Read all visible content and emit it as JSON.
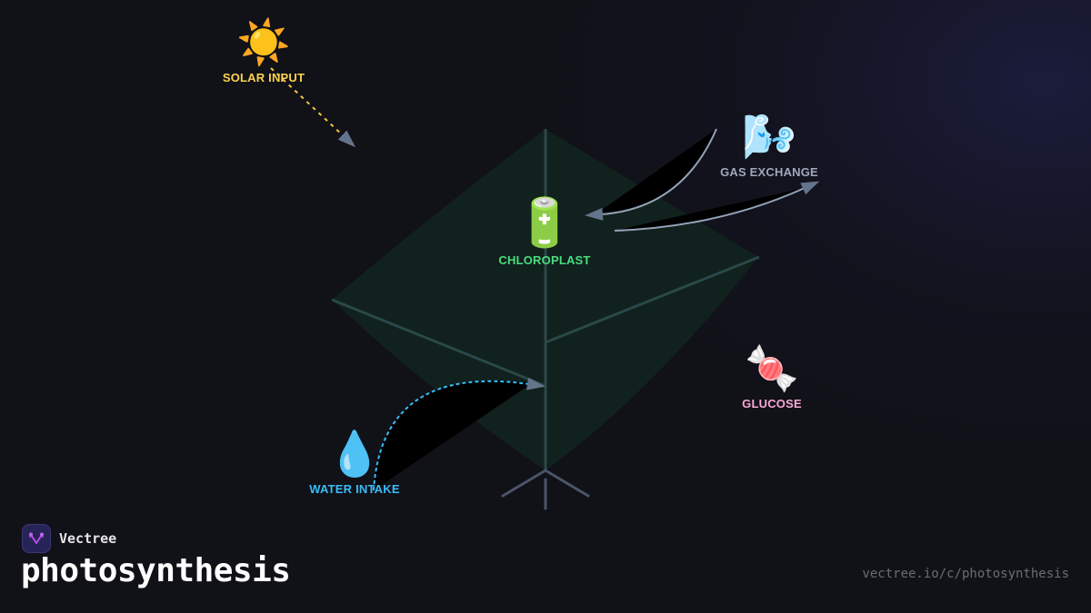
{
  "diagram": {
    "title": "photosynthesis",
    "colors": {
      "background": "#111118",
      "leaf_fill": "#12231d",
      "leaf_vein": "#2a4848",
      "stem": "#4b5568",
      "arrowhead": "#64748b",
      "solar_link": "#f5c542",
      "water_link": "#38bdf8",
      "gas_link": "#94a3b8"
    },
    "nodes": [
      {
        "id": "solar",
        "icon": "sun-icon",
        "glyph": "☀️",
        "label": "SOLAR INPUT",
        "color": "#fcd34d"
      },
      {
        "id": "chloroplast",
        "icon": "battery-icon",
        "glyph": "🔋",
        "label": "CHLOROPLAST",
        "color": "#4ade80"
      },
      {
        "id": "gas",
        "icon": "wind-face-icon",
        "glyph": "🌬️",
        "label": "GAS EXCHANGE",
        "color": "#a0a8ba"
      },
      {
        "id": "glucose",
        "icon": "candy-icon",
        "glyph": "🍬",
        "label": "GLUCOSE",
        "color": "#f9a8d4"
      },
      {
        "id": "water",
        "icon": "droplet-icon",
        "glyph": "💧",
        "label": "WATER INTAKE",
        "color": "#38bdf8"
      }
    ],
    "edges": [
      {
        "from": "solar",
        "to": "leaf",
        "style": "dotted"
      },
      {
        "from": "gas",
        "to": "chloroplast",
        "style": "solid"
      },
      {
        "from": "chloroplast",
        "to": "gas",
        "style": "solid"
      },
      {
        "from": "water",
        "to": "stem",
        "style": "dotted"
      }
    ]
  },
  "brand": {
    "name": "Vectree",
    "logo_icon": "vectree-logo-icon",
    "url": "vectree.io/c/photosynthesis"
  }
}
